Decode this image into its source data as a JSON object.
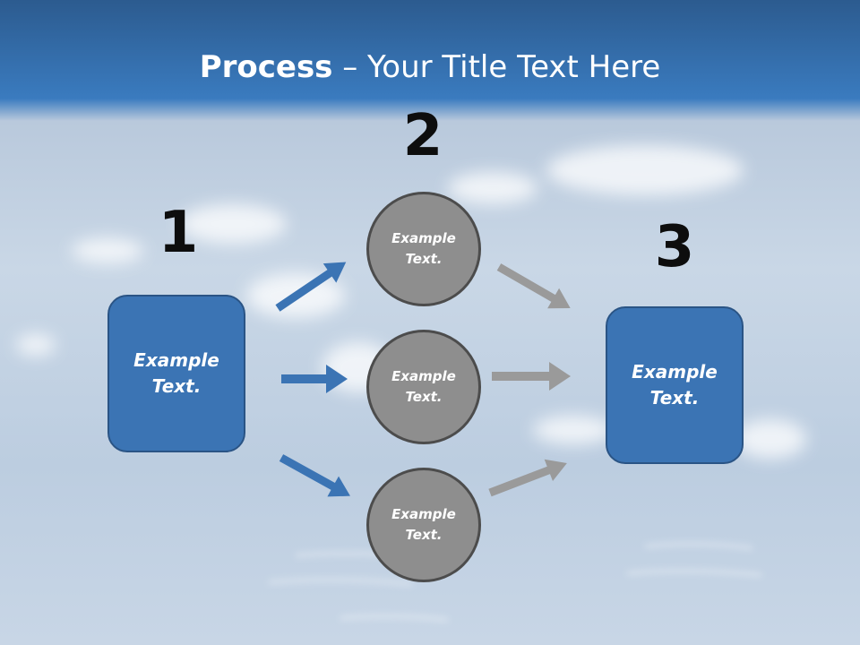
{
  "title": {
    "strong": "Process",
    "rest": " – Your Title Text Here"
  },
  "steps": [
    {
      "number": "1",
      "text": "Example\nText."
    },
    {
      "number": "2",
      "text": ""
    },
    {
      "number": "3",
      "text": "Example\nText."
    }
  ],
  "circles": [
    {
      "text": "Example\nText."
    },
    {
      "text": "Example\nText."
    },
    {
      "text": "Example\nText."
    }
  ],
  "colors": {
    "box_fill": "#3b74b4",
    "circle_fill": "#8e8e8e",
    "arrow_blue": "#3b74b4",
    "arrow_gray": "#9a9a9a",
    "title_bar": "#2c5b8f"
  },
  "icons": {
    "arrows": "arrow-icon"
  }
}
